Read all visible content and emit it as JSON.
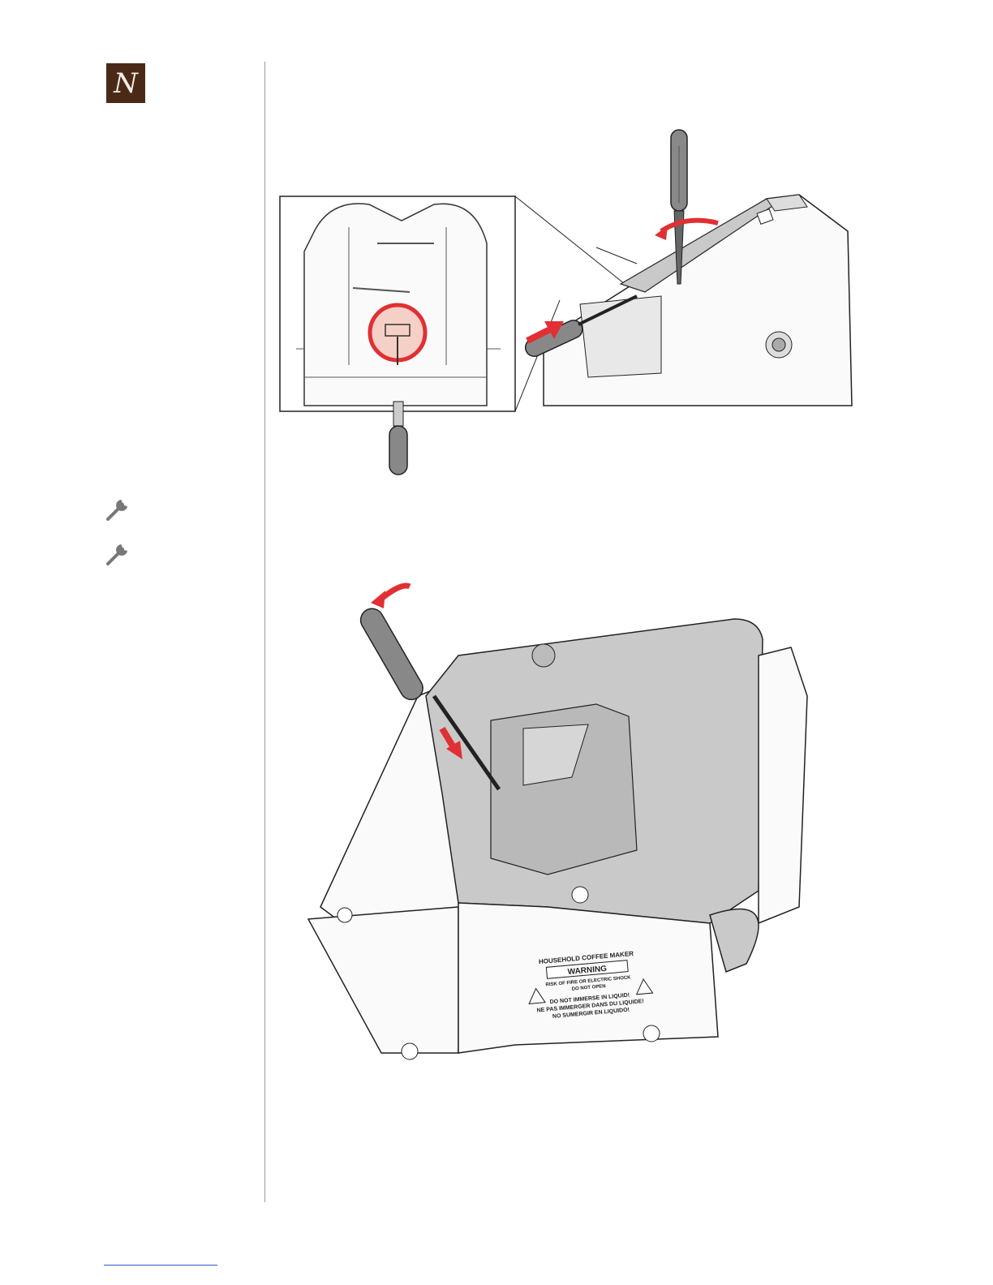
{
  "logo": {
    "letter": "N",
    "color": "#4a2a17"
  },
  "icons": [
    "wrench-icon",
    "wrench-icon"
  ],
  "illustrations": [
    {
      "name": "screwdriver-release-top-panel",
      "inset": "magnified-clip-detail"
    },
    {
      "name": "screwdriver-lever-base-housing"
    }
  ],
  "label": {
    "header": "HOUSEHOLD COFFEE MAKER",
    "warning": "WARNING",
    "line1": "RISK OF FIRE OR ELECTRIC SHOCK",
    "line2": "DO NOT OPEN",
    "line3": "DO NOT IMMERSE IN LIQUID!",
    "line4": "NE PAS IMMERGER DANS DU LIQUIDE!",
    "line5": "NO SUMERGIR EN LIQUIDO!"
  },
  "colors": {
    "accent": "#e03033",
    "panel": "#c9c9c9",
    "line": "#1a1a1a"
  }
}
